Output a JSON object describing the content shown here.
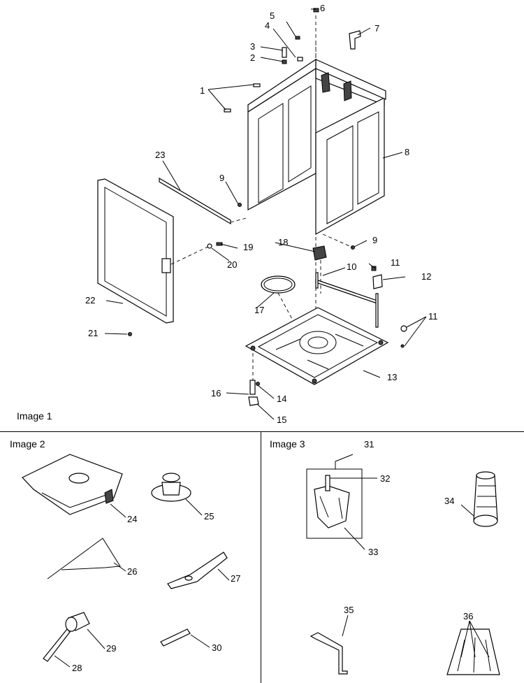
{
  "sections": {
    "image1": "Image 1",
    "image2": "Image 2",
    "image3": "Image 3"
  },
  "callouts": {
    "c1": "1",
    "c2": "2",
    "c3": "3",
    "c4": "4",
    "c5": "5",
    "c6": "6",
    "c7": "7",
    "c8": "8",
    "c9a": "9",
    "c9b": "9",
    "c10": "10",
    "c11a": "11",
    "c11b": "11",
    "c12": "12",
    "c13": "13",
    "c14": "14",
    "c15": "15",
    "c16": "16",
    "c17": "17",
    "c18": "18",
    "c19": "19",
    "c20": "20",
    "c21": "21",
    "c22": "22",
    "c23": "23",
    "c24": "24",
    "c25": "25",
    "c26": "26",
    "c27": "27",
    "c28": "28",
    "c29": "29",
    "c30": "30",
    "c31": "31",
    "c32": "32",
    "c33": "33",
    "c34": "34",
    "c35": "35",
    "c36": "36"
  }
}
